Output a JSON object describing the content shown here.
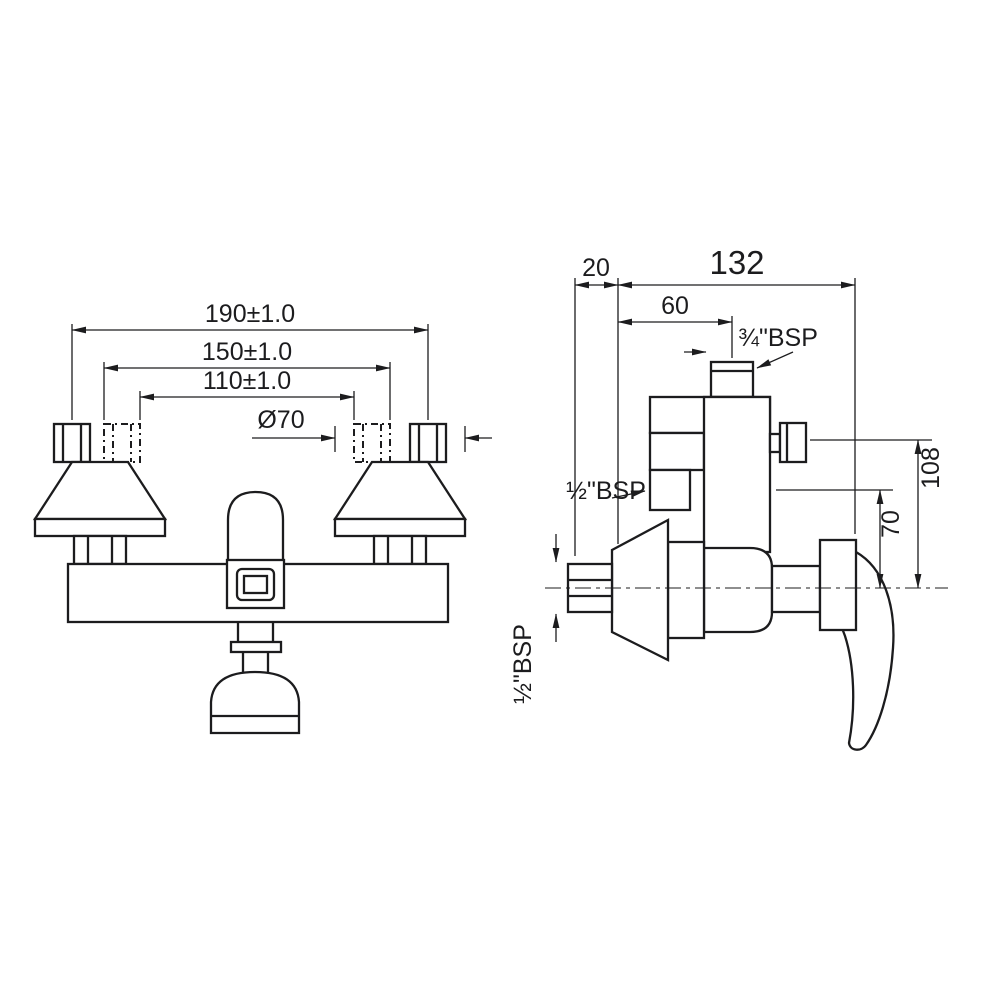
{
  "drawing": {
    "colors": {
      "ink": "#1c1c1e",
      "background": "#ffffff"
    },
    "front_view": {
      "dim_outer_centers": "190±1.0",
      "dim_mid_centers": "150±1.0",
      "dim_inner_centers": "110±1.0",
      "dim_flange_diameter": "Ø70"
    },
    "side_view": {
      "dim_wall_offset": "20",
      "dim_total_depth": "132",
      "dim_outlet_offset": "60",
      "thread_top_outlet": "¾\"BSP",
      "thread_front_outlet": "½\"BSP",
      "dim_height_top": "108",
      "dim_height_outlet": "70",
      "thread_inlet": "½\"BSP"
    }
  }
}
